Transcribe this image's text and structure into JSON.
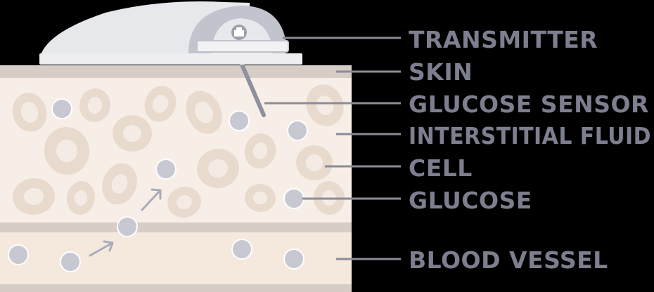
{
  "labels": {
    "transmitter": "TRANSMITTER",
    "skin": "SKIN",
    "glucose_sensor": "GLUCOSE SENSOR",
    "interstitial_fluid": "INTERSTITIAL FLUID",
    "cell": "CELL",
    "glucose": "GLUCOSE",
    "blood_vessel": "BLOOD VESSEL"
  },
  "colors": {
    "background": "#000000",
    "label_text": "#7d7e8e",
    "leader_line": "#8a8c99",
    "skin_layer": "#d6cdc7",
    "tissue": "#f7eee8",
    "blood_vessel": "#f5e8dd",
    "cell_fill": "#e8dbcd",
    "cell_inner": "#f4ece4",
    "glucose_fill": "#c7c8d1",
    "transmitter_body": "#e7e8ec",
    "transmitter_dark": "#c1c3cd",
    "sensor": "#8e909c"
  }
}
